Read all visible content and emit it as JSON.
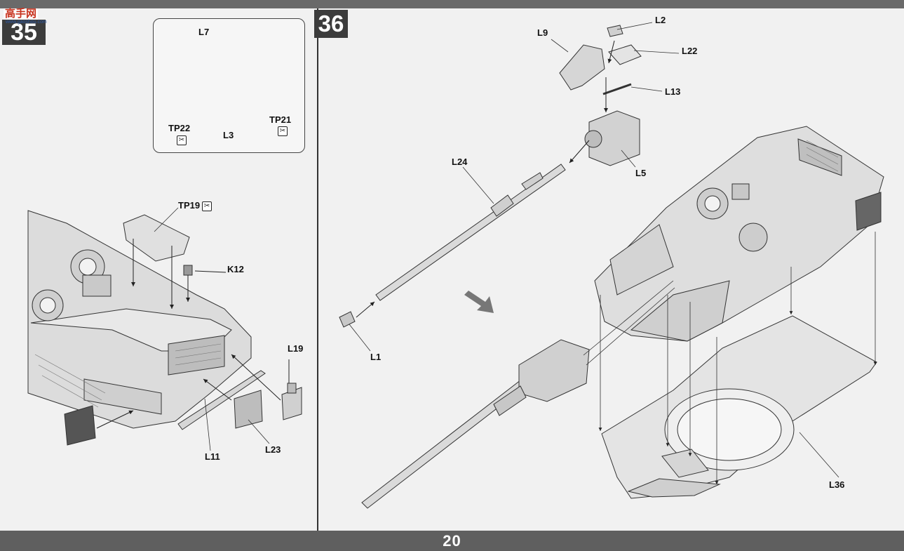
{
  "page": {
    "number": "20"
  },
  "watermark": {
    "text": "高手网",
    "sub": "www.gaoshou.com"
  },
  "steps": [
    {
      "number": "35"
    },
    {
      "number": "36"
    }
  ],
  "step35": {
    "inset_labels": {
      "top": "L7",
      "left": "TP22",
      "bottom": "L3",
      "right": "TP21"
    },
    "labels": {
      "tp19": "TP19",
      "k12": "K12",
      "l19": "L19",
      "l11": "L11",
      "l23": "L23"
    }
  },
  "step36": {
    "labels": {
      "l2": "L2",
      "l9": "L9",
      "l22": "L22",
      "l13": "L13",
      "l5": "L5",
      "l24": "L24",
      "l1": "L1",
      "l36": "L36"
    }
  },
  "icons": {
    "warning": "photo-etch-warning-icon",
    "direction": "direction-arrow-icon"
  },
  "colors": {
    "bar": "#5f5f5f",
    "badge": "#3c3c3c",
    "line": "#333333",
    "paper": "#f1f1f1"
  }
}
